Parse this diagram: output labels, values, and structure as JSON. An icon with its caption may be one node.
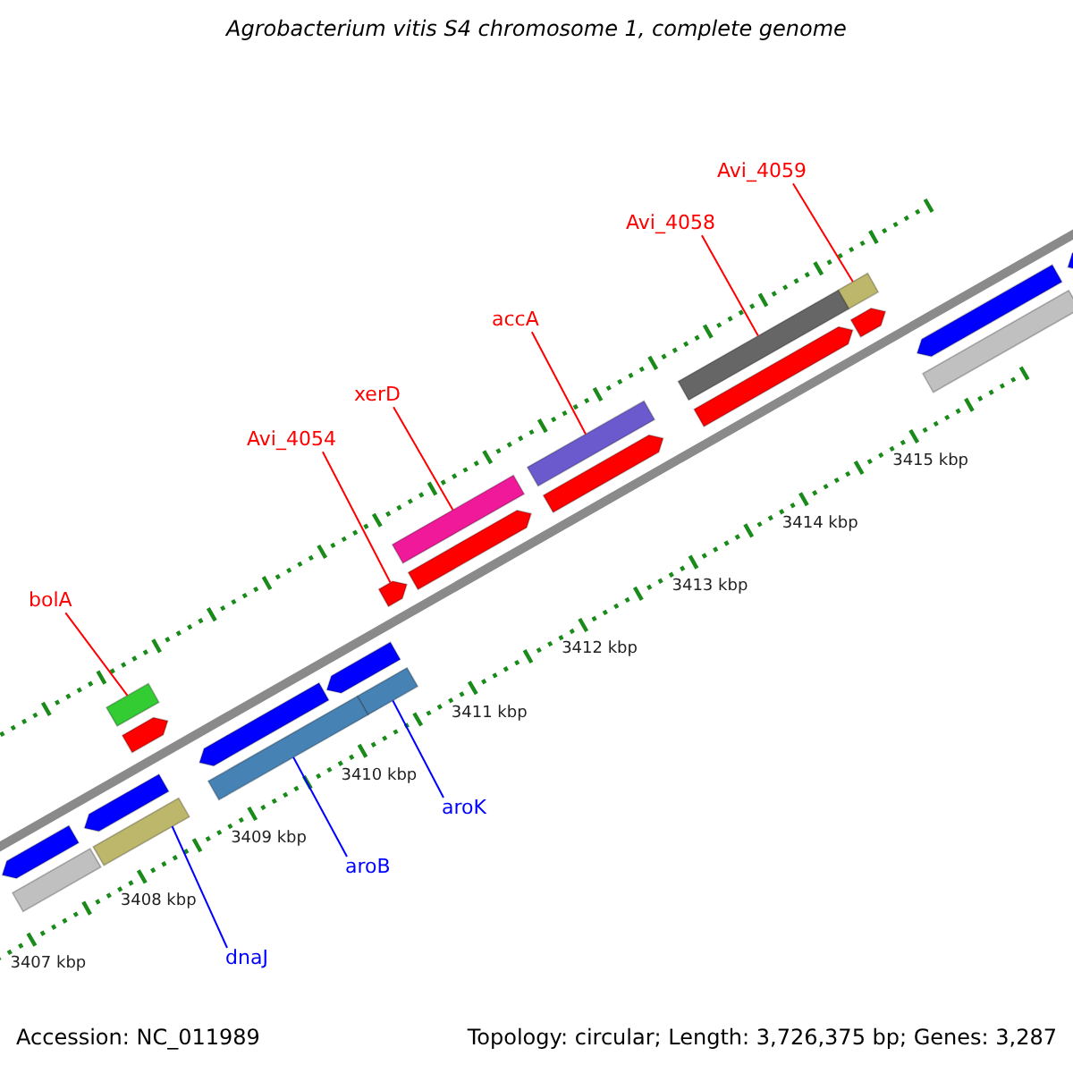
{
  "diagram": {
    "title": "Agrobacterium vitis S4 chromosome 1, complete genome",
    "nodes": [
      {
        "text": [
          "Avi_4059"
        ]
      },
      {
        "text": [],
        "shape": "bar"
      },
      {
        "text": [
          "Avi_4058"
        ]
      },
      {
        "text": [],
        "shape": "bar"
      },
      {
        "text": [
          "accA"
        ]
      },
      {
        "text": [],
        "shape": "bar"
      },
      {
        "text": [
          "xerD"
        ]
      },
      {
        "text": [],
        "shape": "bar"
      },
      {
        "text": [
          "Avi_4054"
        ]
      },
      {
        "text": [],
        "shape": "bar"
      },
      {
        "text": [
          "bolA"
        ]
      },
      {
        "text": [],
        "shape": "bar"
      },
      {
        "text": [
          "aroK"
        ]
      },
      {
        "text": [],
        "shape": "bar"
      },
      {
        "text": [
          "aroB"
        ]
      },
      {
        "text": [],
        "shape": "bar"
      },
      {
        "text": [
          "dnaJ"
        ]
      },
      {
        "text": [],
        "shape": "bar"
      },
      {
        "text": [],
        "shape": "bar"
      },
      {
        "text": [],
        "shape": "bar"
      },
      {
        "text": [],
        "shape": "bar"
      },
      {
        "text": [],
        "shape": "bar"
      },
      {
        "text": [],
        "shape": "bar"
      },
      {
        "text": [],
        "shape": "bar"
      },
      {
        "text": [],
        "shape": "bar"
      },
      {
        "text": [],
        "shape": "bar"
      },
      {
        "text": [],
        "shape": "bar"
      },
      {
        "text": [],
        "shape": "bar"
      },
      {
        "text": [],
        "shape": "bar"
      },
      {
        "text": [],
        "shape": "bar"
      },
      {
        "text": [],
        "shape": "bar"
      }
    ],
    "edges": [
      {
        "from": 0,
        "to": 1,
        "arrow": "none"
      },
      {
        "from": 2,
        "to": 3,
        "arrow": "none"
      },
      {
        "from": 4,
        "to": 5,
        "arrow": "none"
      },
      {
        "from": 6,
        "to": 7,
        "arrow": "none"
      },
      {
        "from": 8,
        "to": 9,
        "arrow": "none"
      },
      {
        "from": 10,
        "to": 11,
        "arrow": "none"
      },
      {
        "from": 12,
        "to": 13,
        "arrow": "none",
        "color": "#0000ff"
      },
      {
        "from": 14,
        "to": 15,
        "arrow": "none",
        "color": "#0000ff"
      },
      {
        "from": 16,
        "to": 17,
        "arrow": "none",
        "color": "#0000ff"
      }
    ],
    "labels": [
      "3407 kbp",
      "3408 kbp",
      "3409 kbp",
      "3410 kbp",
      "3411 kbp",
      "3412 kbp",
      "3413 kbp",
      "3414 kbp",
      "3415 kbp",
      "Accession: NC_011989",
      "Topology: circular; Length: 3,726,375 bp; Genes: 3,287"
    ]
  }
}
